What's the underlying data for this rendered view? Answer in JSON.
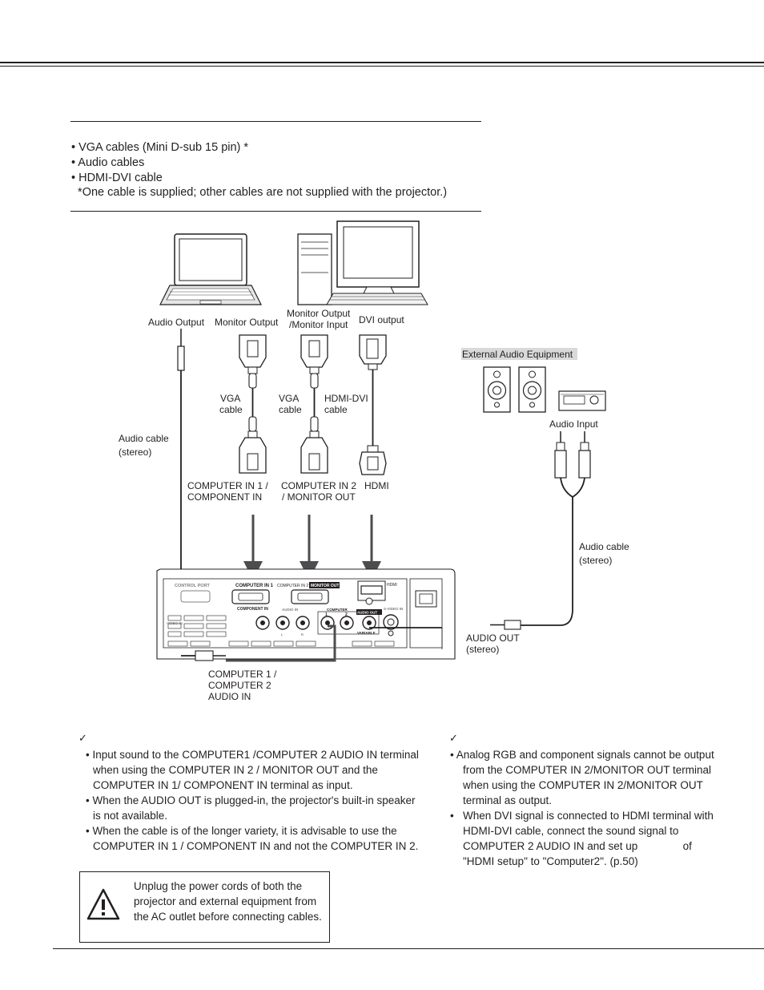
{
  "cables": {
    "items": [
      "• VGA cables (Mini D-sub 15 pin) *",
      "• Audio cables",
      "• HDMI-DVI cable",
      "  *One cable is supplied; other cables are not supplied with the projector.)"
    ]
  },
  "diagram": {
    "labels": {
      "audio_output": "Audio Output",
      "monitor_output": "Monitor Output",
      "monitor_output_input_1": "Monitor Output",
      "monitor_output_input_2": "/Monitor Input",
      "dvi_output": "DVI output",
      "external_audio": "External Audio Equipment",
      "vga_cable_1a": "VGA",
      "vga_cable_1b": "cable",
      "vga_cable_2a": "VGA",
      "vga_cable_2b": "cable",
      "hdmi_dvi_a": "HDMI-DVI",
      "hdmi_dvi_b": "cable",
      "audio_cable_left_a": "Audio cable",
      "audio_cable_left_b": "(stereo)",
      "audio_input": "Audio Input",
      "comp_in1_a": "COMPUTER IN 1 /",
      "comp_in1_b": "COMPONENT IN",
      "comp_in2_a": "COMPUTER IN 2",
      "comp_in2_b": "/ MONITOR OUT",
      "hdmi": "HDMI",
      "audio_cable_right_a": "Audio cable",
      "audio_cable_right_b": "(stereo)",
      "audio_out_a": "AUDIO OUT",
      "audio_out_b": "(stereo)",
      "computer_audio_a": "COMPUTER 1 /",
      "computer_audio_b": "COMPUTER 2",
      "computer_audio_c": "AUDIO IN"
    },
    "panel": {
      "control_port": "CONTROL PORT",
      "computer_in1": "COMPUTER IN 1",
      "computer_in2": "COMPUTER IN 2 /",
      "monitor_out": "MONITOR OUT",
      "hdmi": "HDMI",
      "component_in": "COMPONENT IN",
      "video_in": "VIDEO IN",
      "audio_in": "AUDIO IN",
      "computer": "COMPUTER",
      "audio_out": "AUDIO OUT",
      "variable": "VARIABLE",
      "s_video_in": "S-VIDEO IN",
      "n1": "1",
      "n2": "2",
      "l": "L",
      "r": "R"
    }
  },
  "notes_left": {
    "check": "✓",
    "items": [
      "• Input sound to the COMPUTER1 /COMPUTER 2  AUDIO IN terminal when using the COMPUTER IN 2 / MONITOR OUT and the COMPUTER IN 1/ COMPONENT IN terminal as input.",
      "• When the AUDIO OUT is plugged-in, the projector's built-in speaker is not available.",
      "• When the cable is of the longer variety, it is advisable to use the COMPUTER IN 1 / COMPONENT IN and not the COMPUTER IN 2."
    ]
  },
  "notes_right": {
    "check": "✓",
    "items": [
      "•    Analog RGB and component signals cannot be output from the COMPUTER IN 2/MONITOR OUT terminal when using the COMPUTER IN 2/MONITOR OUT terminal as output.",
      "•   When DVI signal is connected to HDMI terminal with HDMI-DVI cable, connect the sound signal to COMPUTER 2 AUDIO IN and set up               of \"HDMI setup\" to \"Computer2\". (p.50)"
    ]
  },
  "caution": {
    "text": "Unplug the power cords of both the projector and external equipment from the AC outlet before connecting cables."
  }
}
